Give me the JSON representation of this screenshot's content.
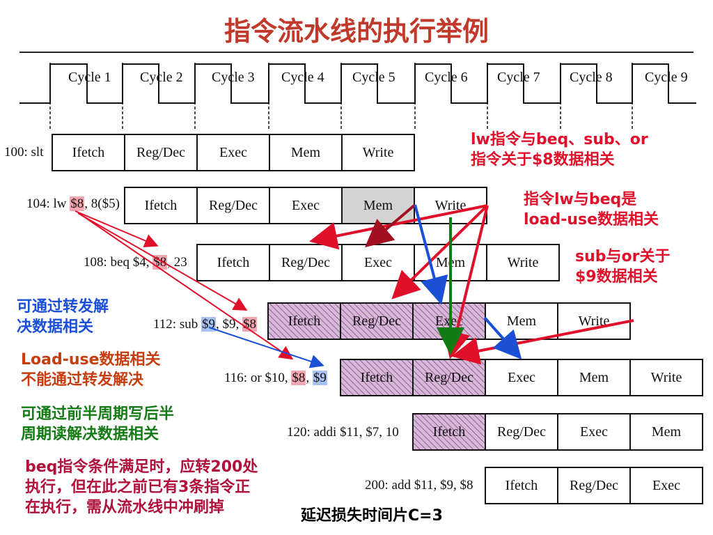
{
  "title": "指令流水线的执行举例",
  "cycles": [
    "Cycle 1",
    "Cycle 2",
    "Cycle 3",
    "Cycle 4",
    "Cycle 5",
    "Cycle 6",
    "Cycle 7",
    "Cycle 8",
    "Cycle 9"
  ],
  "instructions": [
    {
      "label_parts": [
        "100: slt"
      ]
    },
    {
      "label_parts": [
        "104: lw ",
        "$8",
        ", 8($5)"
      ]
    },
    {
      "label_parts": [
        "108: beq $4, ",
        "$8",
        ", 23"
      ]
    },
    {
      "label_parts": [
        "112: sub ",
        "$9",
        ", $9, ",
        "$8"
      ]
    },
    {
      "label_parts": [
        "116: or $10, ",
        "$8",
        ", ",
        "$9"
      ]
    },
    {
      "label_parts": [
        "120: addi $11, $7, 10"
      ]
    },
    {
      "label_parts": [
        "200: add $11, $9, $8"
      ]
    }
  ],
  "stages": {
    "ifetch": "Ifetch",
    "regdec": "Reg/Dec",
    "exec": "Exec",
    "mem": "Mem",
    "write": "Write"
  },
  "notes": {
    "n1": [
      "lw指令与beq、sub、or",
      "指令关于$8数据相关"
    ],
    "n2": [
      "指令lw与beq是",
      "load-use数据相关"
    ],
    "n3": [
      "sub与or关于",
      "$9数据相关"
    ],
    "n4": [
      "可通过转发解",
      "决数据相关"
    ],
    "n5": [
      "Load-use数据相关",
      "不能通过转发解决"
    ],
    "n6": [
      "可通过前半周期写后半",
      "周期读解决数据相关"
    ],
    "n7": [
      "beq指令条件满足时，应转200处",
      "执行，但在此之前已有3条指令正",
      "在执行，需从流水线中冲刷掉"
    ],
    "n8": "延迟损失时间片C=3"
  },
  "colors": {
    "title": "#c0392b",
    "arrow_red": "#e0102a",
    "arrow_blue": "#1a4fd6",
    "arrow_green": "#147a14",
    "arrow_darkred": "#a01020",
    "stall_fill": "#d8b6d8",
    "mem_highlight": "#d3d3d3"
  }
}
